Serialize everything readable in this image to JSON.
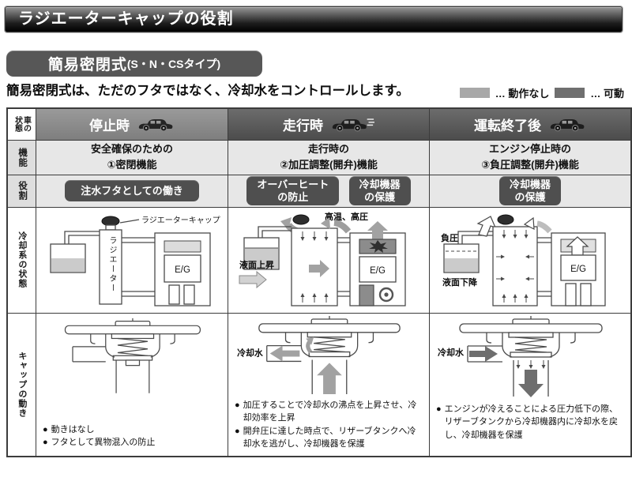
{
  "ui": {
    "bullet": "●"
  },
  "header": {
    "title": "ラジエーターキャップの役割"
  },
  "section": {
    "badge_main": "簡易密閉式",
    "badge_sub": "(S・N・CSタイプ)",
    "lead": "簡易密閉式は、ただのフタではなく、冷却水をコントロールします。"
  },
  "legend": {
    "inactive": "… 動作なし",
    "active": "… 可動",
    "inactive_color": "#a8a8a8",
    "active_color": "#6f6f6f"
  },
  "table": {
    "labels": {
      "car_state": "車の状態",
      "function": "機能",
      "role": "役割",
      "cooling_state": "冷却系の状態",
      "cap_movement": "キャップの動き"
    },
    "stop": {
      "header": "停止時",
      "function_l1": "安全確保のための",
      "function_l2": "①密閉機能",
      "role_badge": "注水フタとしての働き",
      "diagram": {
        "cap_label": "ラジエーターキャップ",
        "radiator_label": "ラジエーター",
        "engine_label": "E/G"
      },
      "notes": [
        "動きはなし",
        "フタとして異物混入の防止"
      ]
    },
    "run": {
      "header": "走行時",
      "function_l1": "走行時の",
      "function_l2": "②加圧調整(開弁)機能",
      "role_badge1_l1": "オーバーヒート",
      "role_badge1_l2": "の防止",
      "role_badge2_l1": "冷却機器",
      "role_badge2_l2": "の保護",
      "diagram": {
        "top_label": "高温、高圧",
        "level_label": "液面上昇",
        "engine_label": "E/G"
      },
      "cap": {
        "coolant_label": "冷却水"
      },
      "notes": [
        "加圧することで冷却水の沸点を上昇させ、冷却効率を上昇",
        "開弁圧に達した時点で、リザーブタンクへ冷却水を逃がし、冷却機器を保護"
      ]
    },
    "after": {
      "header": "運転終了後",
      "function_l1": "エンジン停止時の",
      "function_l2": "③負圧調整(開弁)機能",
      "role_badge_l1": "冷却機器",
      "role_badge_l2": "の保護",
      "diagram": {
        "pressure_label": "負圧",
        "level_label": "液面下降",
        "engine_label": "E/G"
      },
      "cap": {
        "coolant_label": "冷却水"
      },
      "notes": [
        "エンジンが冷えることによる圧力低下の際、リザーブタンクから冷却機器内に冷却水を戻し、冷却機器を保護"
      ]
    }
  }
}
